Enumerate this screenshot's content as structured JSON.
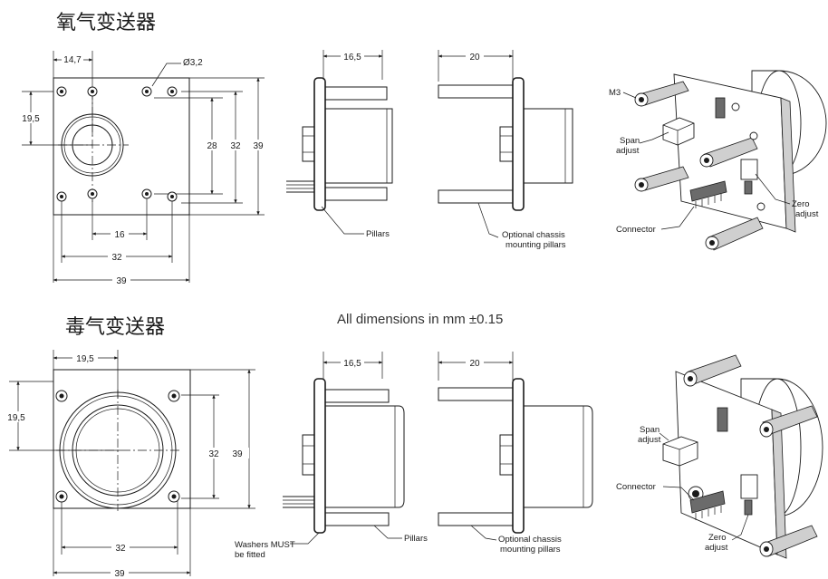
{
  "sections": [
    {
      "title": "氧气变送器"
    },
    {
      "title": "毒气变送器"
    }
  ],
  "note": "All dimensions in mm ±0.15",
  "top_front": {
    "dim_14_7": "14,7",
    "dim_hole": "Ø3,2",
    "dim_19_5": "19,5",
    "dim_28": "28",
    "dim_32v": "32",
    "dim_39v": "39",
    "dim_16": "16",
    "dim_32h": "32",
    "dim_39h": "39"
  },
  "top_side": {
    "dim_16_5": "16,5",
    "pillars": "Pillars"
  },
  "top_side2": {
    "dim_20": "20",
    "optional_1": "Optional chassis",
    "optional_2": "mounting pillars"
  },
  "top_iso": {
    "m3": "M3",
    "span_1": "Span",
    "span_2": "adjust",
    "connector": "Connector",
    "zero_1": "Zero",
    "zero_2": "adjust"
  },
  "bot_front": {
    "dim_19_5h": "19,5",
    "dim_19_5v": "19,5",
    "dim_32v": "32",
    "dim_39v": "39",
    "dim_32h": "32",
    "dim_39h": "39"
  },
  "bot_side": {
    "dim_16_5": "16,5",
    "washers_1": "Washers MUST",
    "washers_2": "be fitted",
    "pillars": "Pillars"
  },
  "bot_side2": {
    "dim_20": "20",
    "optional_1": "Optional chassis",
    "optional_2": "mounting pillars"
  },
  "bot_iso": {
    "span_1": "Span",
    "span_2": "adjust",
    "connector": "Connector",
    "zero_1": "Zero",
    "zero_2": "adjust"
  }
}
